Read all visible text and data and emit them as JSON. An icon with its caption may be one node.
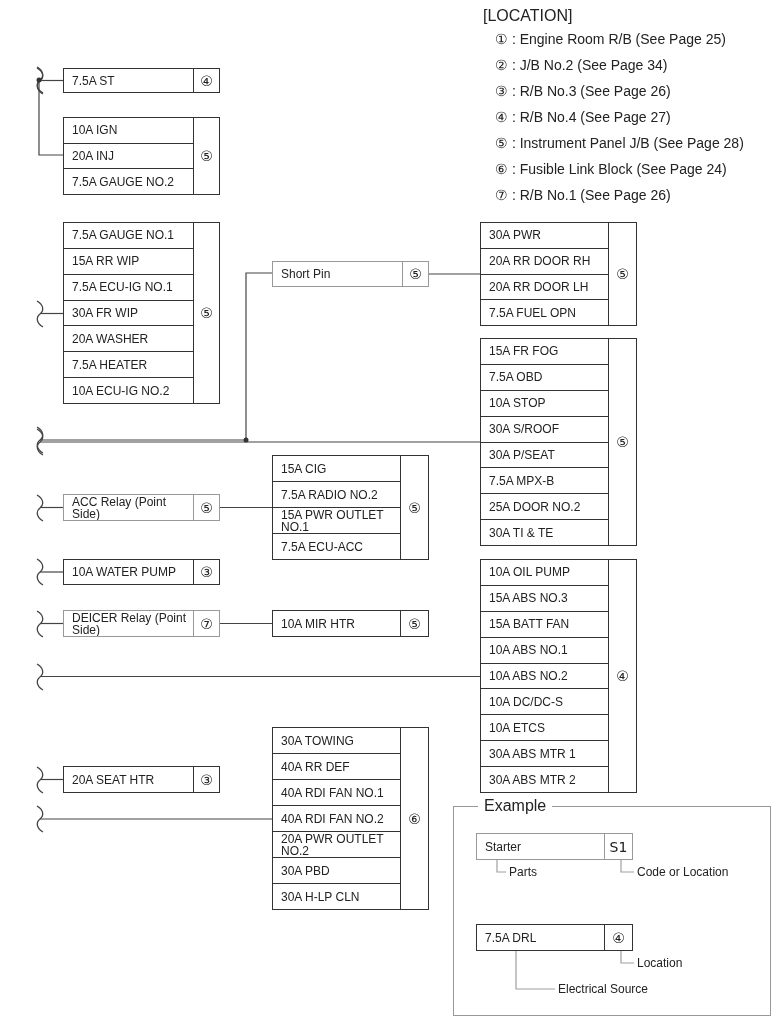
{
  "diagram": {
    "nodes": [
      {
        "text": [
          "④"
        ]
      },
      {
        "text": [
          "7.5A ST"
        ],
        "in": 0
      },
      {
        "text": [
          "⑤"
        ]
      },
      {
        "text": [
          "10A IGN"
        ],
        "in": 2
      },
      {
        "text": [
          "20A INJ"
        ],
        "in": 2
      },
      {
        "text": [
          "7.5A GAUGE NO.2"
        ],
        "in": 2
      },
      {
        "text": [
          "⑤"
        ]
      },
      {
        "text": [
          "7.5A GAUGE NO.1"
        ],
        "in": 6
      },
      {
        "text": [
          "15A RR WIP"
        ],
        "in": 6
      },
      {
        "text": [
          "7.5A ECU-IG NO.1"
        ],
        "in": 6
      },
      {
        "text": [
          "30A FR WIP"
        ],
        "in": 6
      },
      {
        "text": [
          "20A WASHER"
        ],
        "in": 6
      },
      {
        "text": [
          "7.5A HEATER"
        ],
        "in": 6
      },
      {
        "text": [
          "10A ECU-IG NO.2"
        ],
        "in": 6
      },
      {
        "text": [
          "⑤"
        ]
      },
      {
        "text": [
          "Short Pin"
        ],
        "in": 14
      },
      {
        "text": [
          "⑤"
        ]
      },
      {
        "text": [
          "30A PWR"
        ],
        "in": 16
      },
      {
        "text": [
          "20A RR DOOR RH"
        ],
        "in": 16
      },
      {
        "text": [
          "20A RR DOOR LH"
        ],
        "in": 16
      },
      {
        "text": [
          "7.5A FUEL OPN"
        ],
        "in": 16
      },
      {
        "text": [
          "⑤"
        ]
      },
      {
        "text": [
          "15A FR FOG"
        ],
        "in": 21
      },
      {
        "text": [
          "7.5A OBD"
        ],
        "in": 21
      },
      {
        "text": [
          "10A STOP"
        ],
        "in": 21
      },
      {
        "text": [
          "30A S/ROOF"
        ],
        "in": 21
      },
      {
        "text": [
          "30A P/SEAT"
        ],
        "in": 21
      },
      {
        "text": [
          "7.5A MPX-B"
        ],
        "in": 21
      },
      {
        "text": [
          "25A DOOR NO.2"
        ],
        "in": 21
      },
      {
        "text": [
          "30A TI & TE"
        ],
        "in": 21
      },
      {
        "text": [
          "⑤"
        ]
      },
      {
        "text": [
          "15A CIG"
        ],
        "in": 30
      },
      {
        "text": [
          "7.5A RADIO NO.2"
        ],
        "in": 30
      },
      {
        "text": [
          "15A PWR OUTLET NO.1"
        ],
        "in": 30
      },
      {
        "text": [
          "7.5A ECU-ACC"
        ],
        "in": 30
      },
      {
        "text": [
          "⑤"
        ]
      },
      {
        "text": [
          "ACC Relay (Point Side)"
        ],
        "in": 35
      },
      {
        "text": [
          "③"
        ]
      },
      {
        "text": [
          "10A WATER PUMP"
        ],
        "in": 37
      },
      {
        "text": [
          "⑦"
        ]
      },
      {
        "text": [
          "DEICER Relay (Point Side)"
        ],
        "in": 39
      },
      {
        "text": [
          "⑤"
        ]
      },
      {
        "text": [
          "10A MIR HTR"
        ],
        "in": 41
      },
      {
        "text": [
          "④"
        ]
      },
      {
        "text": [
          "10A OIL PUMP"
        ],
        "in": 43
      },
      {
        "text": [
          "15A ABS NO.3"
        ],
        "in": 43
      },
      {
        "text": [
          "15A BATT FAN"
        ],
        "in": 43
      },
      {
        "text": [
          "10A ABS NO.1"
        ],
        "in": 43
      },
      {
        "text": [
          "10A ABS NO.2"
        ],
        "in": 43
      },
      {
        "text": [
          "10A DC/DC-S"
        ],
        "in": 43
      },
      {
        "text": [
          "10A ETCS"
        ],
        "in": 43
      },
      {
        "text": [
          "30A ABS MTR 1"
        ],
        "in": 43
      },
      {
        "text": [
          "30A ABS MTR 2"
        ],
        "in": 43
      },
      {
        "text": [
          "⑥"
        ]
      },
      {
        "text": [
          "30A TOWING"
        ],
        "in": 53
      },
      {
        "text": [
          "40A RR DEF"
        ],
        "in": 53
      },
      {
        "text": [
          "40A RDI FAN NO.1"
        ],
        "in": 53
      },
      {
        "text": [
          "40A RDI FAN NO.2"
        ],
        "in": 53
      },
      {
        "text": [
          "20A PWR OUTLET NO.2"
        ],
        "in": 53
      },
      {
        "text": [
          "30A PBD"
        ],
        "in": 53
      },
      {
        "text": [
          "30A H-LP CLN"
        ],
        "in": 53
      },
      {
        "text": [
          "③"
        ]
      },
      {
        "text": [
          "20A SEAT HTR"
        ],
        "in": 61
      },
      {
        "text": [
          "Example"
        ]
      },
      {
        "text": [
          "S1"
        ],
        "in": 63
      },
      {
        "text": [
          "Starter"
        ],
        "in": 64
      },
      {
        "text": [
          "Parts"
        ],
        "in": 63
      },
      {
        "text": [
          "Code or Location"
        ],
        "in": 63
      },
      {
        "text": [
          "④"
        ],
        "in": 63
      },
      {
        "text": [
          "7.5A DRL"
        ],
        "in": 68
      },
      {
        "text": [
          "Location"
        ],
        "in": 63
      },
      {
        "text": [
          "Electrical Source"
        ],
        "in": 63
      }
    ],
    "edges": [
      {
        "from": null,
        "to": 1,
        "arrow": "none"
      },
      {
        "from": null,
        "to": 4,
        "arrow": "none"
      },
      {
        "from": null,
        "to": 10,
        "arrow": "none"
      },
      {
        "from": null,
        "to": 21,
        "arrow": "none"
      },
      {
        "from": null,
        "to": 15,
        "arrow": "none"
      },
      {
        "from": 14,
        "to": 16,
        "arrow": "none"
      },
      {
        "from": null,
        "to": 36,
        "arrow": "none"
      },
      {
        "from": 35,
        "to": 30,
        "arrow": "none"
      },
      {
        "from": null,
        "to": 38,
        "arrow": "none"
      },
      {
        "from": null,
        "to": 40,
        "arrow": "none"
      },
      {
        "from": 39,
        "to": 42,
        "arrow": "none"
      },
      {
        "from": null,
        "to": 48,
        "arrow": "none"
      },
      {
        "from": null,
        "to": 62,
        "arrow": "none"
      },
      {
        "from": null,
        "to": 57,
        "arrow": "none"
      },
      {
        "from": 66,
        "to": 65,
        "arrow": "none",
        "color": "#a0a0a0"
      },
      {
        "from": 67,
        "to": 64,
        "arrow": "none",
        "color": "#a0a0a0"
      },
      {
        "from": 71,
        "to": 69,
        "arrow": "none",
        "color": "#a0a0a0"
      },
      {
        "from": 70,
        "to": 68,
        "arrow": "none",
        "color": "#a0a0a0"
      }
    ],
    "labels": [
      "[LOCATION]",
      "① : Engine Room R/B (See Page 25)",
      "② : J/B No.2 (See Page 34)",
      "③ : R/B No.3 (See Page 26)",
      "④ : R/B No.4 (See Page 27)",
      "⑤ : Instrument Panel J/B (See Page 28)",
      "⑥ : Fusible Link Block (See Page 24)",
      "⑦ : R/B No.1 (See Page 26)"
    ]
  }
}
